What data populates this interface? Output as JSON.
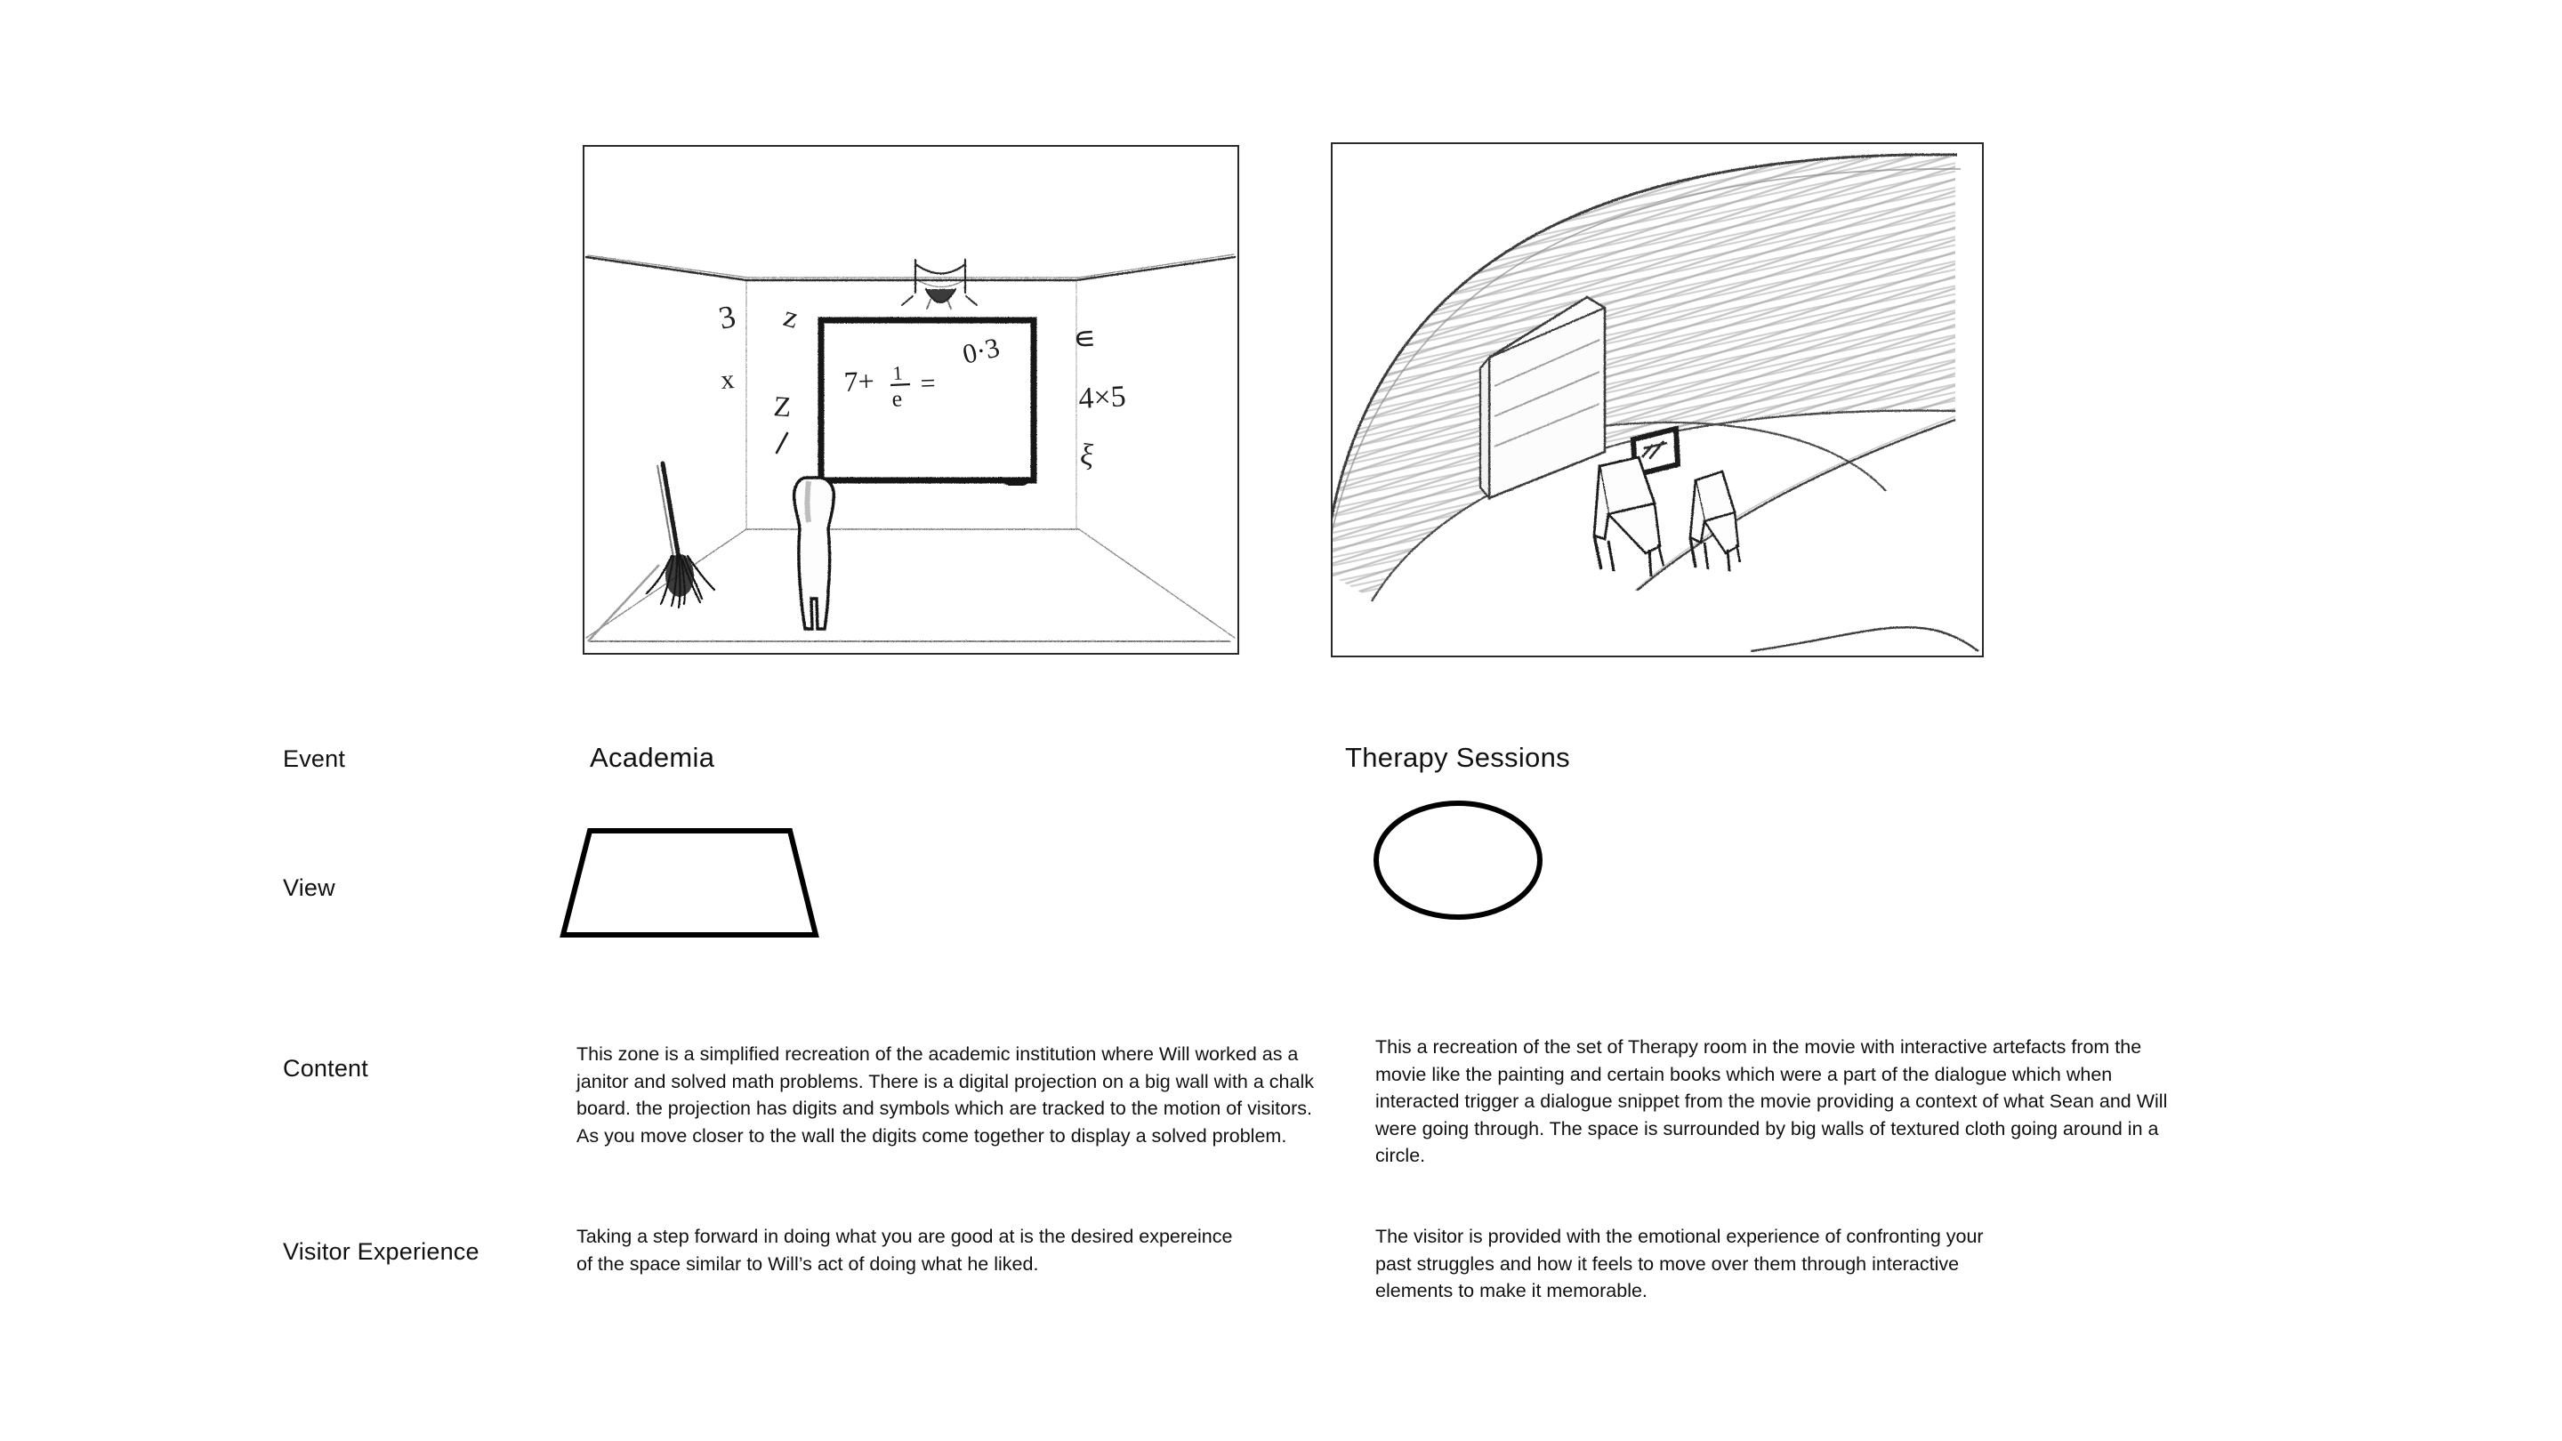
{
  "rows": {
    "event_label": "Event",
    "view_label": "View",
    "content_label": "Content",
    "visitor_label": "Visitor Experience"
  },
  "columns": [
    {
      "event": "Academia",
      "view_shape": "trapezoid",
      "content": "This zone is a simplified recreation of the academic institution where Will worked as a janitor and solved math problems. There is a digital projection on a big wall with a chalk board. the projection has digits and symbols which are tracked to the motion of visitors. As you move closer to the wall the digits come together to display a solved problem.",
      "visitor_experience": "Taking a step forward in doing what you are good at is the desired expereince of the space similar to Will’s act of doing what he liked.",
      "sketch": {
        "name": "classroom-chalkboard-sketch",
        "caption_items": [
          "chalkboard",
          "ceiling-projector",
          "janitor-figure",
          "broom",
          "floating-digits"
        ],
        "board_equation": "7 + 1/e =",
        "board_result": "0.3",
        "wall_symbols_left": [
          "3",
          "z",
          "x",
          "Z",
          "/"
        ],
        "wall_symbols_right": [
          "∊",
          "4×5",
          "ξ"
        ]
      }
    },
    {
      "event": "Therapy Sessions",
      "view_shape": "ellipse",
      "content": "This a recreation of the set of Therapy room in the movie with interactive artefacts from the movie like the painting and certain books which were a part of the dialogue which when interacted trigger a dialogue snippet from the movie providing a context of what Sean and Will were going through. The space is surrounded by big walls of textured cloth going around in a circle.",
      "visitor_experience": "The visitor is provided with the emotional experience of confronting your past struggles and how it feels to move over them through interactive elements to make it memorable.",
      "sketch": {
        "name": "therapy-room-sketch",
        "caption_items": [
          "curved-cloth-wall",
          "bookshelf",
          "framed-painting",
          "two-chairs",
          "circular-floor"
        ]
      }
    }
  ],
  "colors": {
    "background": "#ffffff",
    "text": "#111111",
    "sketch_ink": "#2a2a2a",
    "sketch_graphite": "#8d8d8d"
  }
}
